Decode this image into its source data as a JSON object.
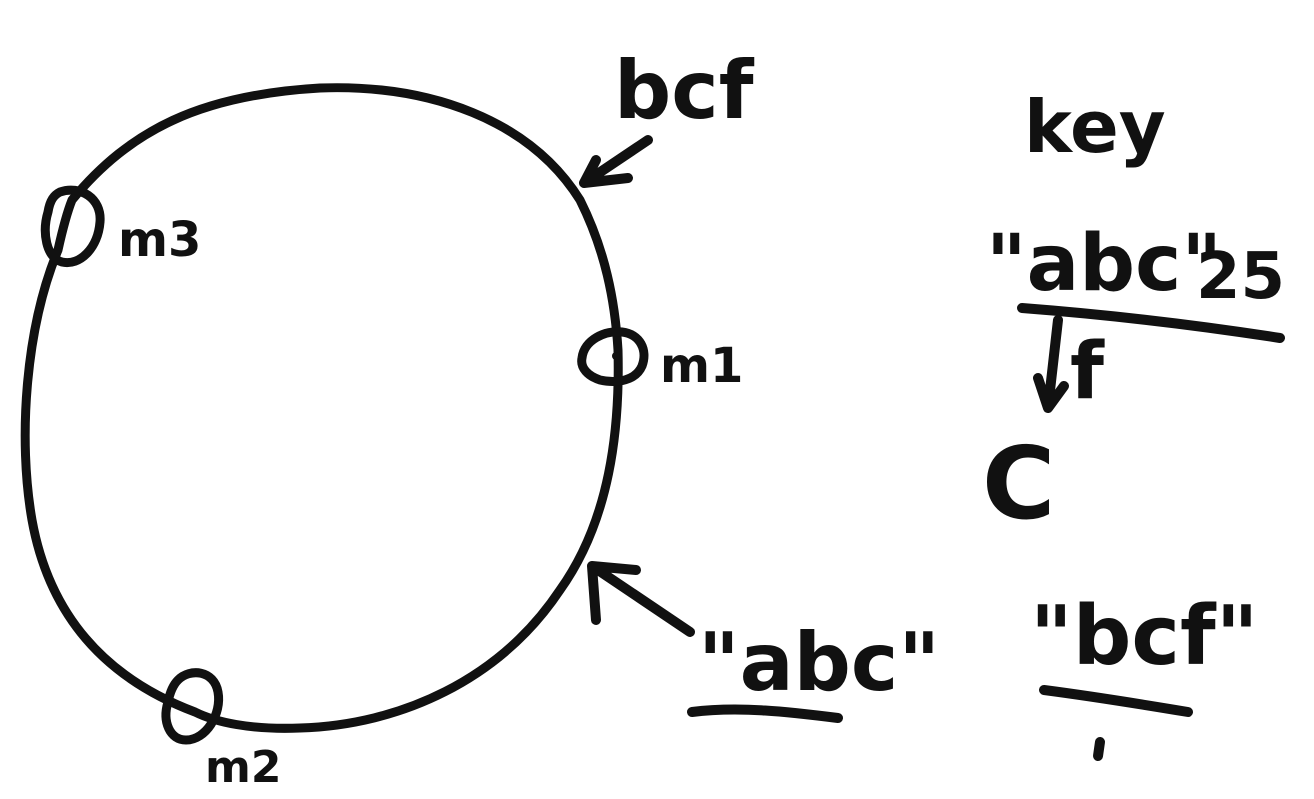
{
  "diagram": {
    "nodes": [
      {
        "label": "m1"
      },
      {
        "label": "m2"
      },
      {
        "label": "m3"
      }
    ],
    "ring_keys": [
      {
        "text": "bcf"
      },
      {
        "text": "\"abc\""
      }
    ],
    "key_panel": {
      "title": "key",
      "entry1_key": "\"abc\"",
      "entry1_value": "25",
      "hash_symbol": "f",
      "hash_result": "C",
      "entry2_key": "\"bcf\""
    },
    "ink_color": "#111111",
    "background": "#ffffff"
  }
}
